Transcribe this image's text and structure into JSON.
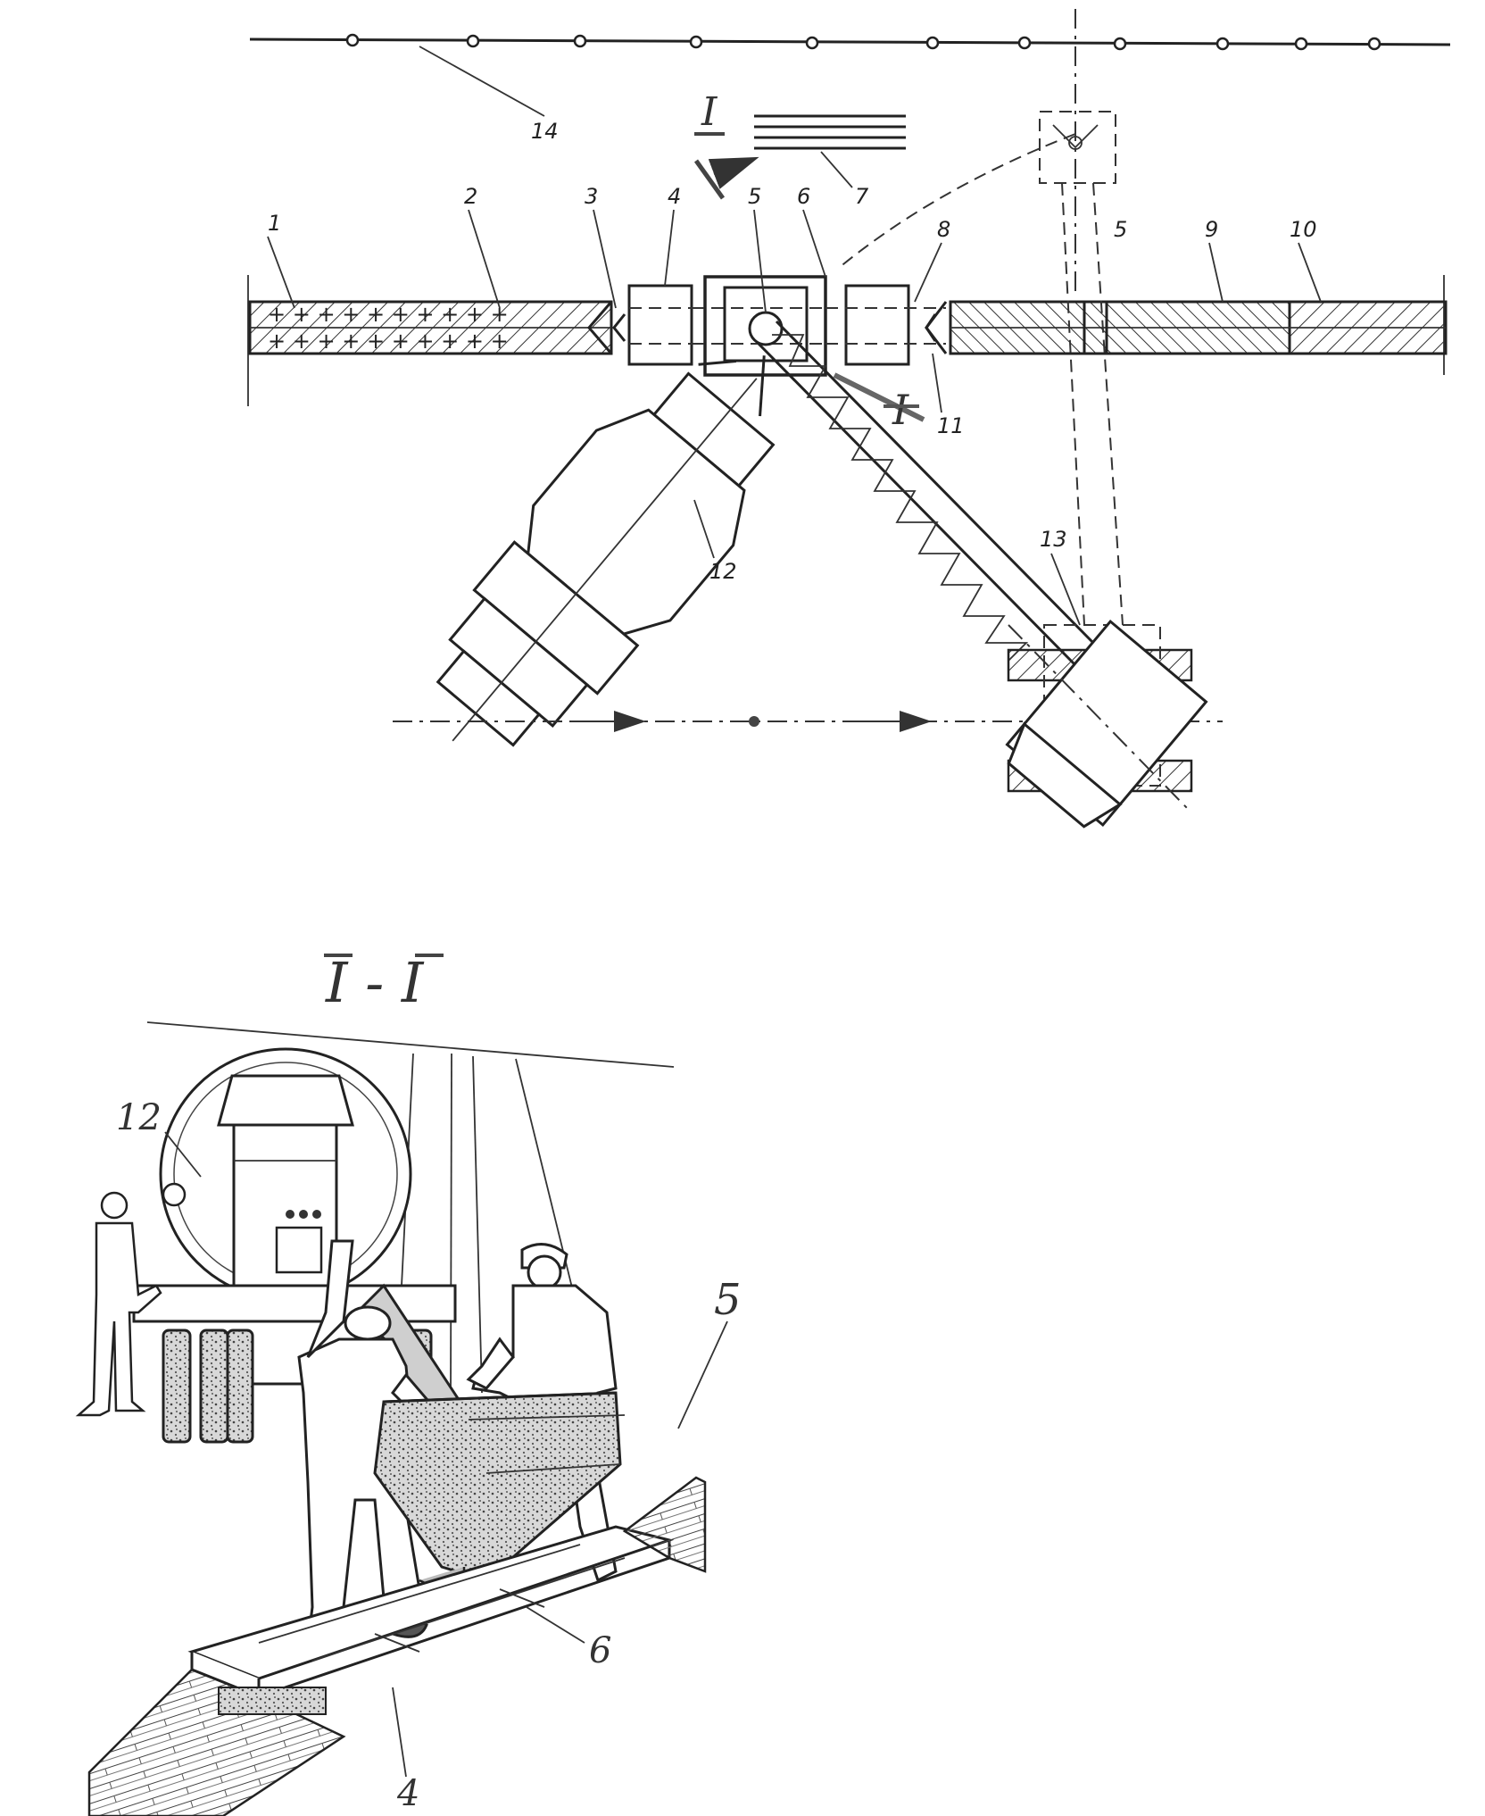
{
  "plan": {
    "labels": {
      "n1": "1",
      "n2": "2",
      "n3": "3",
      "n4": "4",
      "n5": "5",
      "n6": "6",
      "n7": "7",
      "n8": "8",
      "n9": "9",
      "n10": "10",
      "n11": "11",
      "n12": "12",
      "n13": "13",
      "n14": "14",
      "n5b": "5"
    },
    "section_mark_top": "I",
    "section_mark_bottom": "I"
  },
  "section_view": {
    "title": "I - I",
    "labels": {
      "n12": "12",
      "n5": "5",
      "n6": "6",
      "n4": "4"
    }
  }
}
